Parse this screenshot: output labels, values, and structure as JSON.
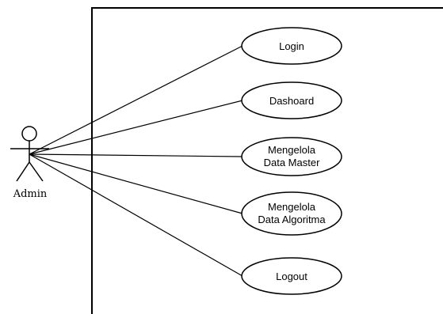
{
  "actor": {
    "name": "Admin"
  },
  "use_cases": [
    {
      "id": "login",
      "lines": [
        "Login"
      ]
    },
    {
      "id": "dashboard",
      "lines": [
        "Dashoard"
      ]
    },
    {
      "id": "mengelola-data-master",
      "lines": [
        "Mengelola",
        "Data Master"
      ]
    },
    {
      "id": "mengelola-data-algoritma",
      "lines": [
        "Mengelola",
        "Data Algoritma"
      ]
    },
    {
      "id": "logout",
      "lines": [
        "Logout"
      ]
    }
  ]
}
